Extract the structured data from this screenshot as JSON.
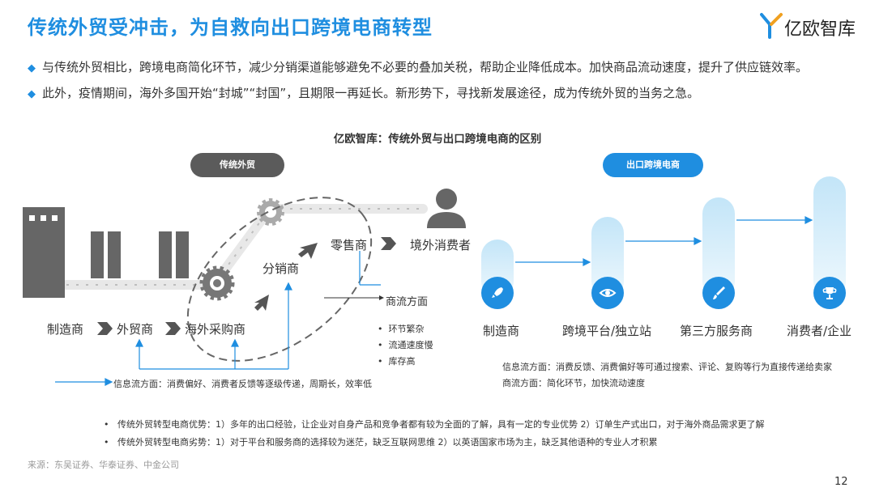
{
  "title": "传统外贸受冲击，为自救向出口跨境电商转型",
  "logo": {
    "text": "亿欧智库",
    "icon": "yiou-logo-icon"
  },
  "bullets": [
    "与传统外贸相比，跨境电商简化环节，减少分销渠道能够避免不必要的叠加关税，帮助企业降低成本。加快商品流动速度，提升了供应链效率。",
    "此外，疫情期间，海外多国开始“封城”“封国”，且期限一再延长。新形势下，寻找新发展途径，成为传统外贸的当务之急。"
  ],
  "diagram_title": "亿欧智库：传统外贸与出口跨境电商的区别",
  "traditional": {
    "pill": "传统外贸",
    "nodes": [
      "制造商",
      "外贸商",
      "海外采购商",
      "分销商",
      "零售商",
      "境外消费者"
    ],
    "commerce_label": "商流方面",
    "features": [
      "环节繁杂",
      "流通速度慢",
      "库存高"
    ],
    "info_flow": "信息流方面：消费偏好、消费者反馈等逐级传递，周期长，效率低"
  },
  "crossborder": {
    "pill": "出口跨境电商",
    "nodes": [
      "制造商",
      "跨境平台/独立站",
      "第三方服务商",
      "消费者/企业"
    ],
    "icons": [
      "rocket-icon",
      "eye-icon",
      "brush-icon",
      "trophy-icon"
    ],
    "info_flow": "信息流方面：消费反馈、消费偏好等可通过搜索、评论、复购等行为直接传递给卖家",
    "commerce_flow": "商流方面：简化环节，加快流动速度"
  },
  "notes": [
    "传统外贸转型电商优势：1）多年的出口经验，让企业对自身产品和竞争者都有较为全面的了解，具有一定的专业优势  2）订单生产式出口，对于海外商品需求更了解",
    "传统外贸转型电商劣势：1）对于平台和服务商的选择较为迷茫，缺乏互联网思维 2）以英语国家市场为主，缺乏其他语种的专业人才积累"
  ],
  "source": "来源：东吴证券、华泰证券、中金公司",
  "page_number": "12",
  "colors": {
    "accent": "#1f8ee0",
    "pill_gray": "#5b5b5b",
    "factory": "#666666",
    "light_blue": "#cfeafa"
  }
}
